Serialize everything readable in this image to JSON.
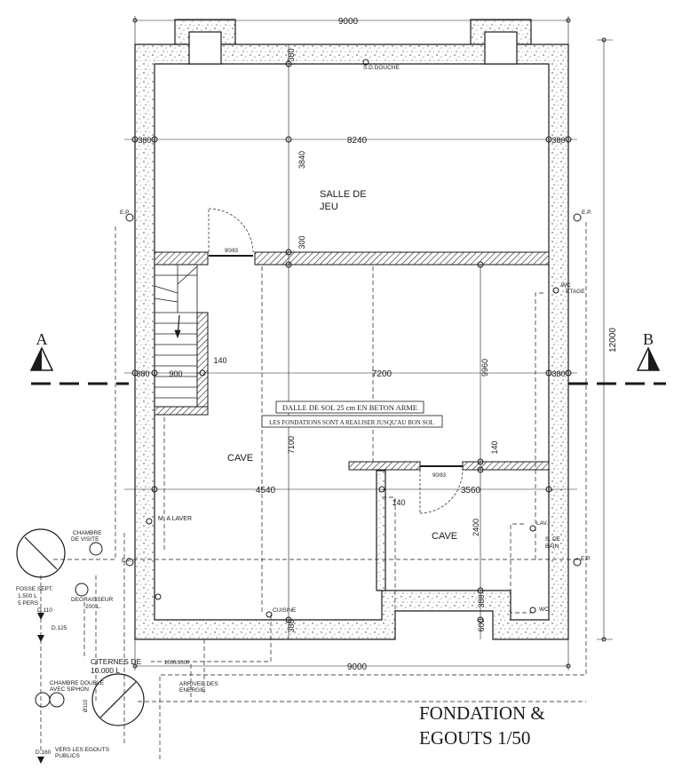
{
  "labels": {
    "title_line1": "FONDATION &",
    "title_line2": "EGOUTS 1/50",
    "room_salle_line1": "SALLE DE",
    "room_salle_line2": "JEU",
    "room_cave_1": "CAVE",
    "room_cave_2": "CAVE",
    "note_dalle": "DALLE DE SOL 25 cm EN BETON ARME",
    "note_fondations": "LES FONDATIONS SONT A REALISER JUSQU'AU BON SOL",
    "section_a": "A",
    "section_b": "B",
    "sd_douche": "S.D.DOUCHE",
    "ep_left": "E.P.",
    "ep_right": "E.P.",
    "ep_left2": "E.P.",
    "ep_right2": "E.P.",
    "wc_etage_1": "WC",
    "wc_etage_2": "ETAGE",
    "m_a_laver": "M. A LAVER",
    "chambre_visite_1": "CHAMBRE",
    "chambre_visite_2": "DE VISITE",
    "fosse_1": "FOSSE SEPT.",
    "fosse_2": "1.500 L",
    "fosse_3": "5 PERS",
    "degraisseur_1": "DEGRAISSEUR",
    "degraisseur_2": "200 L.",
    "d110": "D.110",
    "d125": "D.125",
    "d160": "D.160",
    "citernes_1": "CITERNES DE",
    "citernes_2": "10.000 L",
    "chambre_double_1": "CHAMBRE DOUBLE",
    "chambre_double_2": "AVEC SIPHON",
    "d110_vert": "Ø110",
    "vers_egouts_1": "VERS LES EGOUTS",
    "vers_egouts_2": "PUBLICS",
    "arrivee_1": "ARRIVEE DES",
    "arrivee_2": "ENERGIE",
    "cuisine": "CUISINE",
    "lav": "LAV.",
    "s_de_bain_1": "S. DE",
    "s_de_bain_2": "BAIN",
    "wc": "WC",
    "door_1": "90/83",
    "door_2": "90/83",
    "door_3": "1000/1000"
  },
  "dimensions": {
    "d9000_top": "9000",
    "d9000_bottom": "9000",
    "d380_top": "380",
    "d8240": "8240",
    "d380_l1": "380",
    "d380_r1": "380",
    "d3840": "3840",
    "d300": "300",
    "d12000": "12000",
    "d380_l2": "380",
    "d900": "900",
    "d140_stair": "140",
    "d7200": "7200",
    "d380_r2": "380",
    "d9960": "9960",
    "d7100": "7100",
    "d140_right": "140",
    "d4540": "4540",
    "d3560": "3560",
    "d140_mid": "140",
    "d2400": "2400",
    "d380_r3": "380",
    "d600": "600",
    "d380_bottom": "380"
  },
  "colors": {
    "ink": "#1a1a1a",
    "paper": "#ffffff"
  }
}
